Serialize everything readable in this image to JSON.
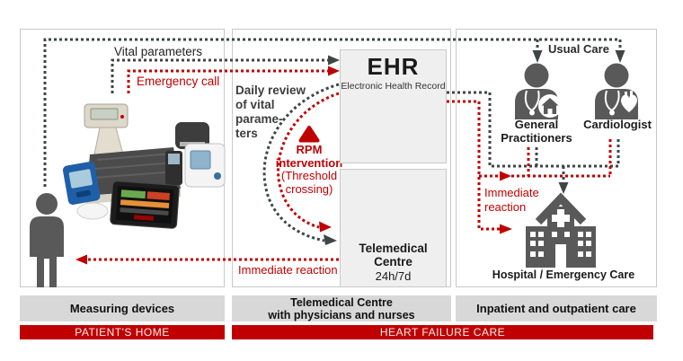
{
  "diagram": {
    "flows": {
      "vital_parameters": "Vital parameters",
      "emergency_call": "Emergency call",
      "usual_care": "Usual Care",
      "daily_review_lines": [
        "Daily review",
        "of vital",
        "parame-",
        "ters"
      ],
      "rpm": {
        "title": "RPM",
        "subtitle": "intervention",
        "detail_lines": [
          "(Threshold",
          "crossing)"
        ]
      },
      "immediate_reaction_home": "Immediate reaction",
      "immediate_reaction_care_lines": [
        "Immediate",
        "reaction"
      ]
    },
    "ehr": {
      "title": "EHR",
      "subtitle": "Electronic Health Record"
    },
    "telemedical_centre": {
      "name": "Telemedical Centre",
      "availability": "24h/7d"
    },
    "providers": {
      "gp_lines": [
        "General",
        "Practitioners"
      ],
      "cardiologist": "Cardiologist",
      "hospital": "Hospital / Emergency Care"
    },
    "sections": {
      "left_label": "Measuring devices",
      "middle_label_lines": [
        "Telemedical Centre",
        "with physicians and nurses"
      ],
      "right_label": "Inpatient and outpatient care",
      "left_zone": "PATIENT'S HOME",
      "care_zone": "HEART FAILURE CARE"
    },
    "colors": {
      "accent_red": "#c00000",
      "figure_gray": "#595959",
      "line_gray": "#3d4647",
      "bar_gray": "#d8d8d8"
    }
  }
}
